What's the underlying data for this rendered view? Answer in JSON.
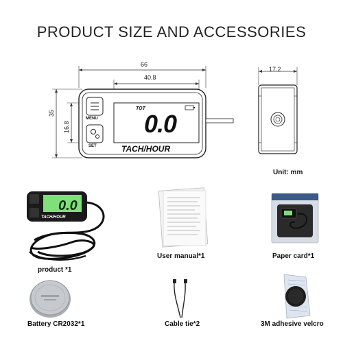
{
  "title": "PRODUCT SIZE AND ACCESSORIES",
  "dimensions": {
    "width": "66",
    "screen_width": "40.8",
    "height": "35",
    "screen_height": "16.8",
    "depth": "17.2"
  },
  "unit_label": "Unit: mm",
  "device": {
    "menu_label": "MENU",
    "set_label": "SET",
    "tot_label": "TOT",
    "display_value": "0.0",
    "brand": "TACH/HOUR"
  },
  "accessories": {
    "product": "product *1",
    "user_manual": "User manual*1",
    "paper_card": "Paper card*1",
    "battery": "Battery CR2032*1",
    "cable_tie": "Cable tie*2",
    "velcro": "3M adhesive velcro"
  },
  "colors": {
    "lcd_green": "#7fe07a",
    "drawing_line": "#333333"
  }
}
